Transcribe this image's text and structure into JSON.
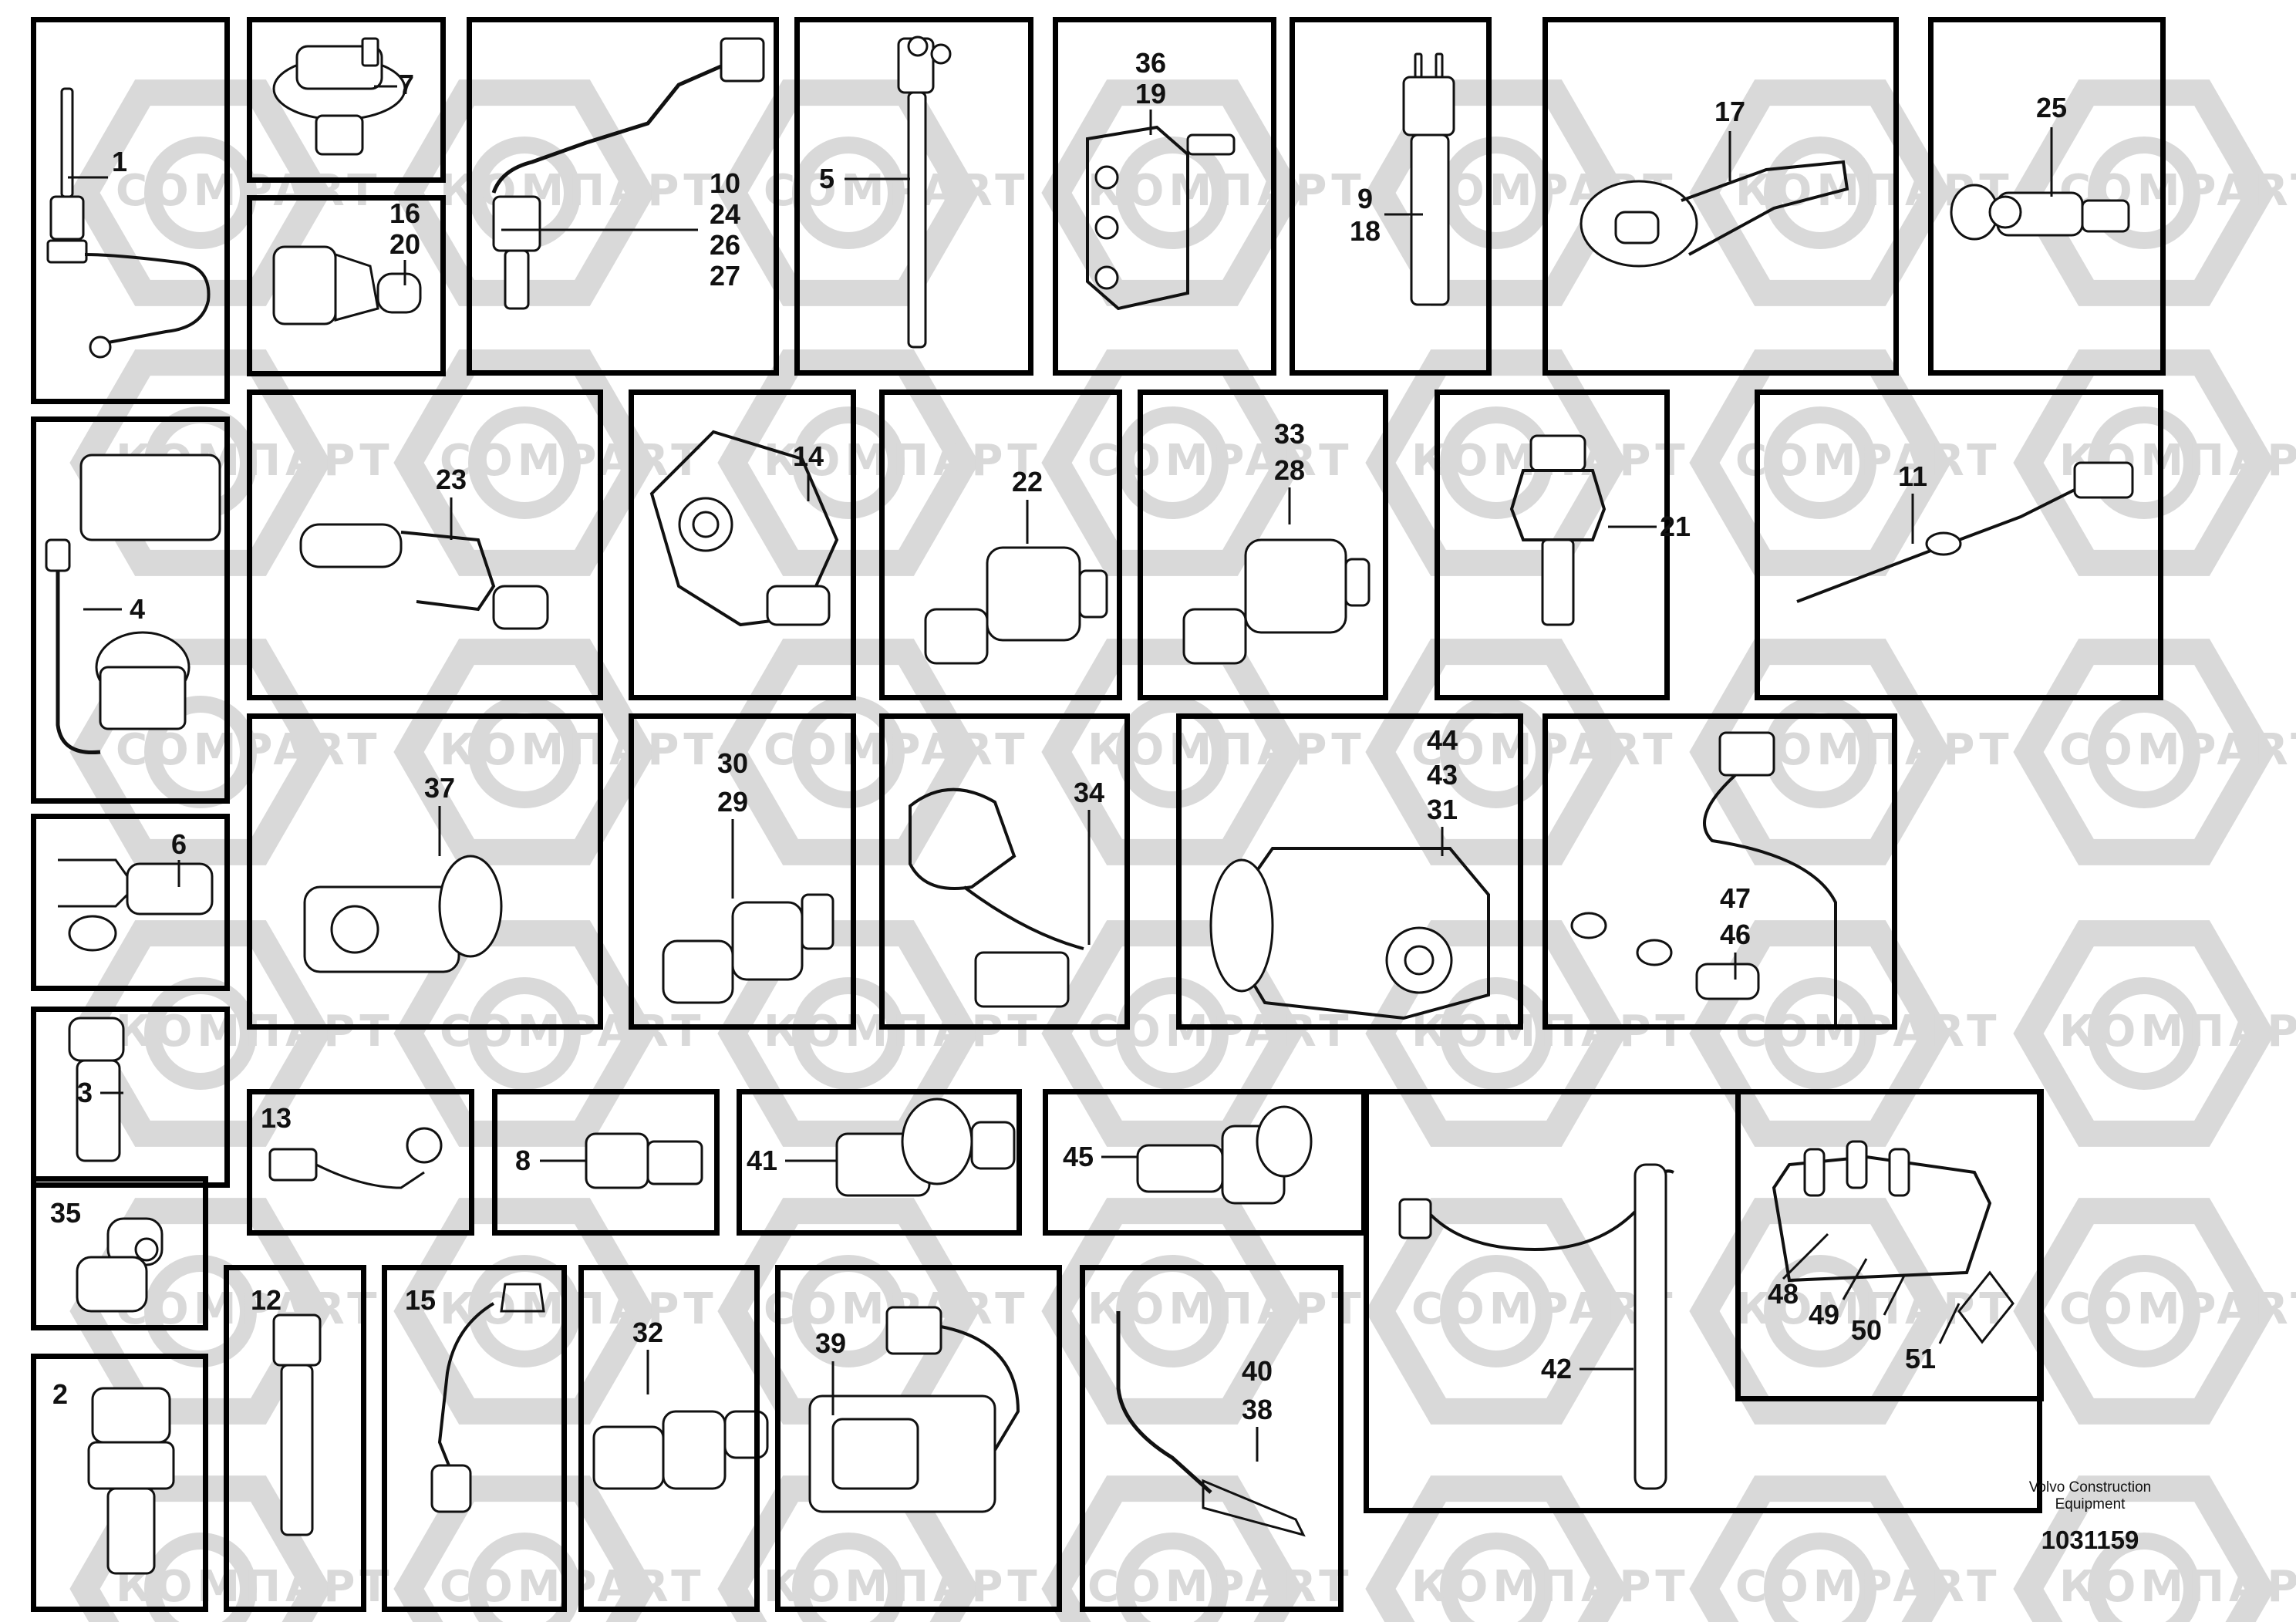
{
  "watermarks": {
    "latin": "COMPART",
    "cyrillic": "КОМПАРТ"
  },
  "colors": {
    "line": "#111111",
    "watermark": "#d9d9d9",
    "background": "#ffffff"
  },
  "caption": {
    "line1": "Volvo Construction",
    "line2": "Equipment",
    "number": "1031159"
  },
  "parts": [
    {
      "id": "p1",
      "labels": [
        "1"
      ]
    },
    {
      "id": "p7",
      "labels": [
        "7"
      ]
    },
    {
      "id": "p16",
      "labels": [
        "16",
        "20"
      ]
    },
    {
      "id": "p10",
      "labels": [
        "10",
        "24",
        "26",
        "27"
      ]
    },
    {
      "id": "p5",
      "labels": [
        "5"
      ]
    },
    {
      "id": "p36",
      "labels": [
        "36",
        "19"
      ]
    },
    {
      "id": "p9",
      "labels": [
        "9",
        "18"
      ]
    },
    {
      "id": "p17",
      "labels": [
        "17"
      ]
    },
    {
      "id": "p25",
      "labels": [
        "25"
      ]
    },
    {
      "id": "p4",
      "labels": [
        "4"
      ]
    },
    {
      "id": "p23",
      "labels": [
        "23"
      ]
    },
    {
      "id": "p14",
      "labels": [
        "14"
      ]
    },
    {
      "id": "p22",
      "labels": [
        "22"
      ]
    },
    {
      "id": "p33",
      "labels": [
        "33",
        "28"
      ]
    },
    {
      "id": "p21",
      "labels": [
        "21"
      ]
    },
    {
      "id": "p11",
      "labels": [
        "11"
      ]
    },
    {
      "id": "p6",
      "labels": [
        "6"
      ]
    },
    {
      "id": "p37",
      "labels": [
        "37"
      ]
    },
    {
      "id": "p30",
      "labels": [
        "30",
        "29"
      ]
    },
    {
      "id": "p34",
      "labels": [
        "34"
      ]
    },
    {
      "id": "p44",
      "labels": [
        "44",
        "43",
        "31"
      ]
    },
    {
      "id": "p47",
      "labels": [
        "47",
        "46"
      ]
    },
    {
      "id": "p3",
      "labels": [
        "3"
      ]
    },
    {
      "id": "p13",
      "labels": [
        "13"
      ]
    },
    {
      "id": "p8",
      "labels": [
        "8"
      ]
    },
    {
      "id": "p41",
      "labels": [
        "41"
      ]
    },
    {
      "id": "p45",
      "labels": [
        "45"
      ]
    },
    {
      "id": "p42",
      "labels": [
        "42"
      ]
    },
    {
      "id": "p48",
      "labels": [
        "48",
        "49",
        "50",
        "51"
      ]
    },
    {
      "id": "p35",
      "labels": [
        "35"
      ]
    },
    {
      "id": "p12",
      "labels": [
        "12"
      ]
    },
    {
      "id": "p15",
      "labels": [
        "15"
      ]
    },
    {
      "id": "p32",
      "labels": [
        "32"
      ]
    },
    {
      "id": "p39",
      "labels": [
        "39"
      ]
    },
    {
      "id": "p40",
      "labels": [
        "40",
        "38"
      ]
    },
    {
      "id": "p2",
      "labels": [
        "2"
      ]
    }
  ]
}
